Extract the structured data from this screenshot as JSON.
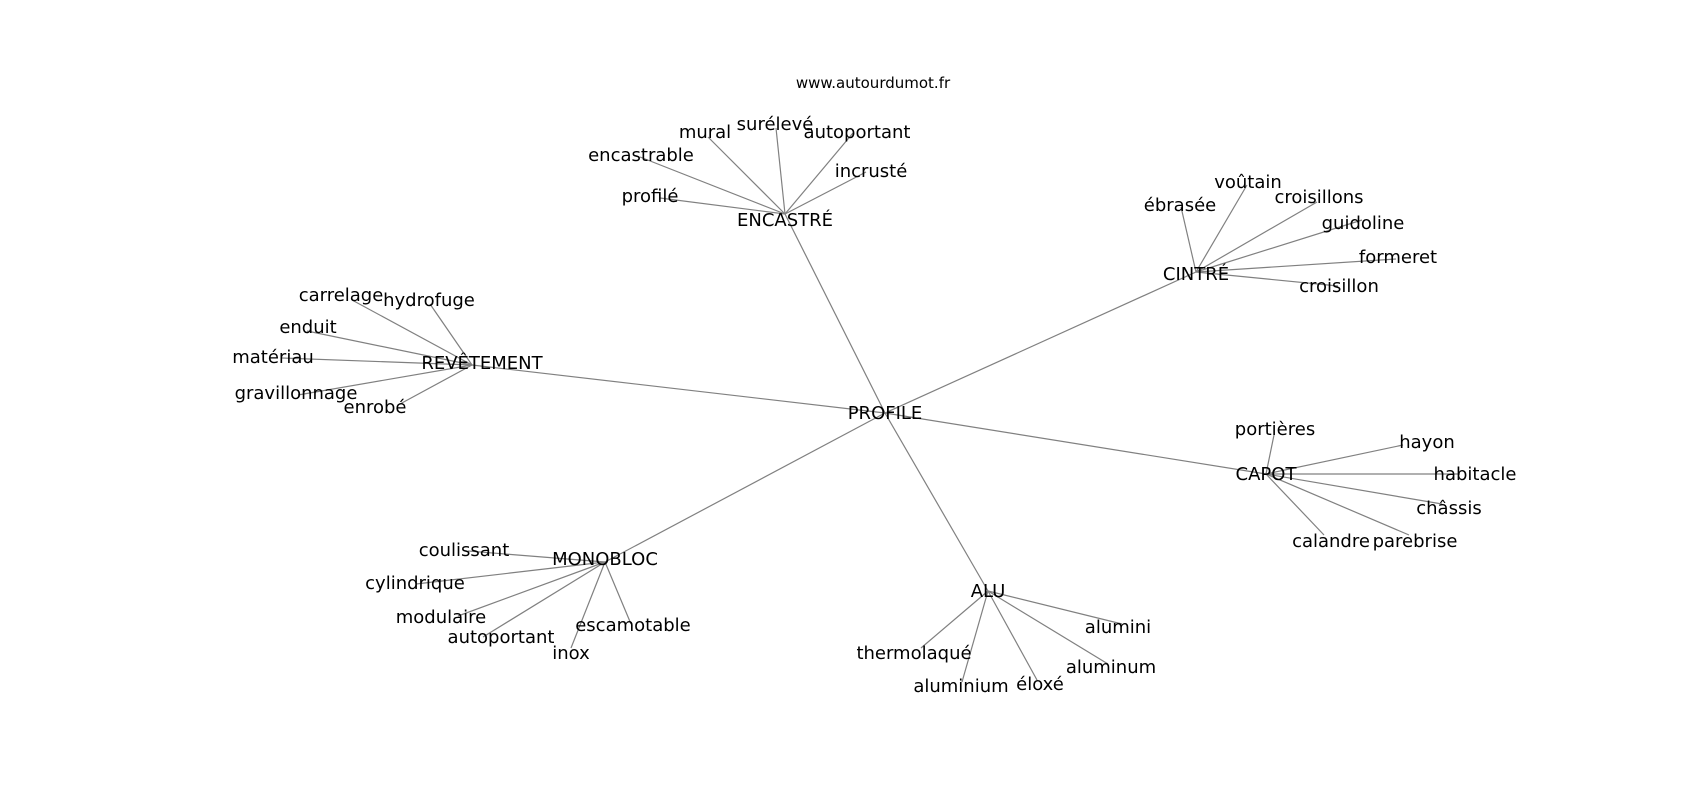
{
  "site": "www.autourdumot.fr",
  "root": "PROFILE",
  "colors": {
    "edge": "#808080",
    "text": "#000000",
    "background": "#ffffff"
  },
  "branches": [
    {
      "label": "ENCASTRÉ",
      "words": [
        "profilé",
        "encastrable",
        "mural",
        "surélevé",
        "autoportant",
        "incrusté"
      ]
    },
    {
      "label": "CINTRÉ",
      "words": [
        "ébrasée",
        "voûtain",
        "croisillons",
        "guidoline",
        "formeret",
        "croisillon"
      ]
    },
    {
      "label": "REVÊTEMENT",
      "words": [
        "carrelage",
        "hydrofuge",
        "enduit",
        "matériau",
        "gravillonnage",
        "enrobé"
      ]
    },
    {
      "label": "CAPOT",
      "words": [
        "portières",
        "hayon",
        "habitacle",
        "châssis",
        "calandre",
        "parebrise"
      ]
    },
    {
      "label": "MONOBLOC",
      "words": [
        "coulissant",
        "cylindrique",
        "modulaire",
        "autoportant",
        "inox",
        "escamotable"
      ]
    },
    {
      "label": "ALU",
      "words": [
        "thermolaqué",
        "aluminium",
        "éloxé",
        "aluminum",
        "alumini"
      ]
    }
  ]
}
